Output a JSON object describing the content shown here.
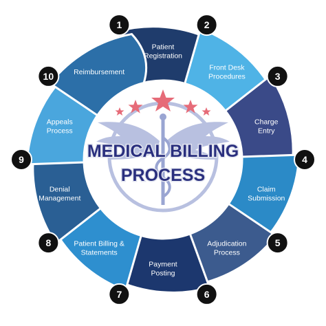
{
  "title": {
    "line1": "MEDICAL BILLING",
    "line2": "PROCESS"
  },
  "colors": {
    "title": "#2a2f7e",
    "title_shadow": "#e1e4ef",
    "emblem": "#b8c0e0",
    "emblem_stroke": "#9aa5d2",
    "star": "#e66b78",
    "badge": "#111111"
  },
  "steps": [
    {
      "number": "1",
      "lines": [
        "Patient",
        "Registration"
      ],
      "color": "#1f3c6c"
    },
    {
      "number": "2",
      "lines": [
        "Front Desk",
        "Procedures"
      ],
      "color": "#4fb3e6"
    },
    {
      "number": "3",
      "lines": [
        "Charge",
        "Entry"
      ],
      "color": "#3a4a88"
    },
    {
      "number": "4",
      "lines": [
        "Claim",
        "Submission"
      ],
      "color": "#2b8ac7"
    },
    {
      "number": "5",
      "lines": [
        "Adjudication",
        "Process"
      ],
      "color": "#3c5b8e"
    },
    {
      "number": "6",
      "lines": [
        "Payment",
        "Posting"
      ],
      "color": "#1c376e"
    },
    {
      "number": "7",
      "lines": [
        "Patient Billing &",
        "Statements"
      ],
      "color": "#2e8fcf"
    },
    {
      "number": "8",
      "lines": [
        "Denial",
        "Management"
      ],
      "color": "#2a5f94"
    },
    {
      "number": "9",
      "lines": [
        "Appeals",
        "Process"
      ],
      "color": "#4aa6dd"
    },
    {
      "number": "10",
      "lines": [
        "Reimbursement"
      ],
      "color": "#2c6fa8"
    }
  ]
}
